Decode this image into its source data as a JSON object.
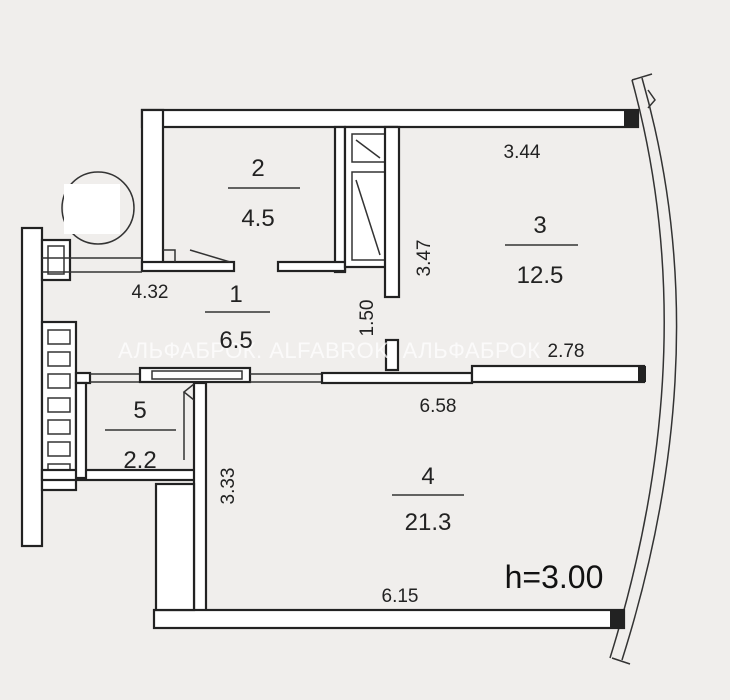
{
  "rooms": [
    {
      "number": "1",
      "area": "6.5"
    },
    {
      "number": "2",
      "area": "4.5"
    },
    {
      "number": "3",
      "area": "12.5"
    },
    {
      "number": "4",
      "area": "21.3"
    },
    {
      "number": "5",
      "area": "2.2"
    }
  ],
  "dimensions": {
    "room3_top": "3.44",
    "room3_side": "3.47",
    "hall_width": "4.32",
    "hall_short": "1.50",
    "room3_bottom": "2.78",
    "room4_top": "6.58",
    "room4_side": "3.33",
    "room4_bottom": "6.15"
  },
  "ceiling_height": "h=3.00",
  "watermark": "АЛЬФАБРОК. ALFABROK. АЛЬФАБРОК"
}
